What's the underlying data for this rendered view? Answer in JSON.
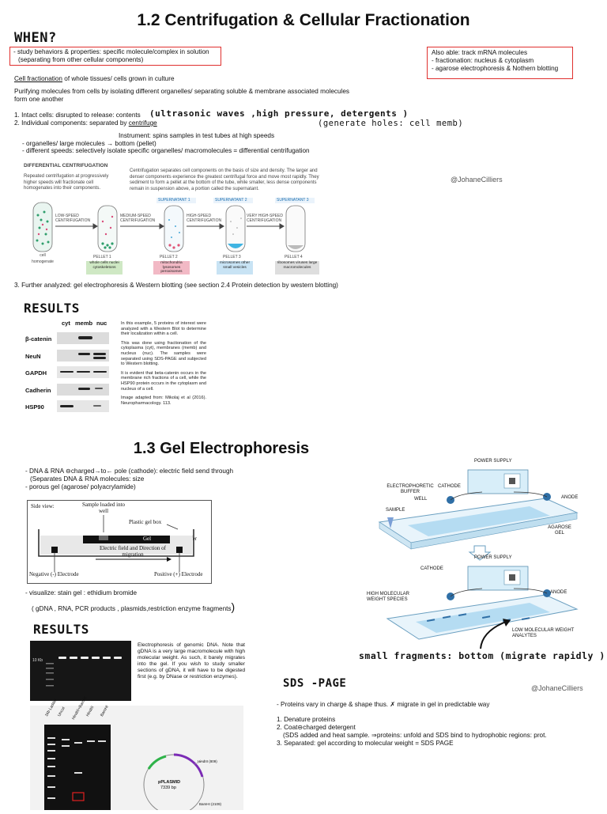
{
  "section12": {
    "title": "1.2 Centrifugation & Cellular Fractionation",
    "when": "WHEN?",
    "when_box_line1": "- study behaviors & properties: specific molecule/complex in solution",
    "when_box_line2": "(separating from other cellular components)",
    "also_line1": "Also able: track mRNA molecules",
    "also_line2": "- fractionation: nucleus & cytoplasm",
    "also_line3": "- agarose electrophoresis & Nothern blotting",
    "cellfrac_term": "Cell fractionation",
    "cellfrac_rest": " of whole tissues/ cells grown in culture",
    "purify_line1": "Purifying molecules from cells by isolating different organelles/ separating soluble & membrane associated molecules",
    "purify_line2": "form one another",
    "step1": "1. Intact cells: disrupted to release: contents",
    "step1_hand": "(ultrasonic waves ,high pressure, detergents )",
    "step2_pre": "2. Individual components: separated by ",
    "step2_term": "centrifuge",
    "step2_hand": "(generate holes: cell memb)",
    "instrument": "Instrument: spins samples in test tubes at high speeds",
    "organelles": "- organelles/ large molecules → bottom (pellet)",
    "speeds": "- different speeds: selectively isolate specific organelles/ macromolecules = differential centrifugation",
    "step3": "3. Further analyzed: gel electrophoresis & Western blotting (see section 2.4 Protein detection by western blotting)",
    "watermark": "@JohaneCilliers",
    "results": "RESULTS"
  },
  "diffcent": {
    "heading": "DIFFERENTIAL CENTRIFUGATION",
    "left_text": "Repeated centrifugation at progressively higher speeds will fractionate cell homogenates into their components.",
    "right_text": "Centrifugation separates cell components on the basis of size and density. The larger and denser components experience the greatest centrifugal force and move most rapidly. They sediment to form a pellet at the bottom of the tube, while smaller, less dense components remain in suspension above, a portion called the supernatant.",
    "cell_label": "cell homogenate",
    "step_labels": [
      "LOW-SPEED CENTRIFUGATION",
      "MEDIUM-SPEED CENTRIFUGATION",
      "HIGH-SPEED CENTRIFUGATION",
      "VERY HIGH-SPEED CENTRIFUGATION"
    ],
    "supernatants": [
      "SUPERNATANT 1",
      "SUPERNATANT 2",
      "SUPERNATANT 3"
    ],
    "pellets": [
      "PELLET 1",
      "PELLET 2",
      "PELLET 3",
      "PELLET 4"
    ],
    "pellet_contents": [
      "whole cells nuclei cytoskeletons",
      "mitochondria lysosomes peroxisomes",
      "microsomes other small vesicles",
      "ribosomes viruses large macromolecules"
    ]
  },
  "blot": {
    "cols": [
      "cyt",
      "memb",
      "nuc"
    ],
    "rows": [
      "β-catenin",
      "NeuN",
      "GAPDH",
      "Cadherin",
      "HSP90"
    ],
    "note1": "In this example, 5 proteins of interest were analyzed with a Western Blot to determine their localization within a cell.",
    "note2": "This was done using fractionation of the cytoplasma (cyt), membranes (memb) and nucleus (nuc). The samples were separated using SDS-PAGE and subjected to Western blotting.",
    "note3": "It is evident that beta-catenin occurs in the membrane rich fractions of a cell, while the HSP90 protein occurs in the cytoplasm and nucleus of a cell.",
    "note4": "Image adapted from: Mikolaj et al (2016). Neuropharmacology. 113."
  },
  "section13": {
    "title": "1.3 Gel Electrophoresis",
    "line1": "- DNA & RNA ⊖charged→to← pole (cathode): electric field send through",
    "line2": "(Separates DNA & RNA molecules: size",
    "line3": "- porous gel (agarose/ polyacrylamide)",
    "visualize": "- visualize: stain gel : ethidium bromide",
    "examples": "( gDNA , RNA, PCR products , plasmids,restriction enzyme fragments",
    "examples_paren": ")",
    "results": "RESULTS",
    "small_frag": "small fragments: bottom (migrate rapidly )",
    "sds_title": "SDS -PAGE",
    "watermark": "@JohaneCilliers",
    "sds_line1": "- Proteins vary in charge & shape thus. ✗ migrate in gel in predictable way",
    "sds_line2": "1. Denature proteins",
    "sds_line3": "2. Coat⊖charged detergent",
    "sds_line4": "(SDS added and heat sample. ⇒proteins: unfold and SDS bind to hydrophobic regions: prot.",
    "sds_line5": "3. Separated: gel according to molecular weight = SDS PAGE"
  },
  "gelbox": {
    "side_view": "Side view:",
    "sample_loaded": "Sample loaded into well",
    "plastic_box": "Plastic gel box",
    "buffer": "Buffer",
    "gel": "Gel",
    "field": "Electric field and Direction of migration",
    "neg": "Negative (-) Electrode",
    "pos": "Positive (+) Electrode"
  },
  "apparatus": {
    "power1": "POWER SUPPLY",
    "cathode1": "CATHODE",
    "buffer": "ELECTROPHORETIC BUFFER",
    "well": "WELL",
    "sample": "SAMPLE",
    "anode1": "ANODE",
    "agarose": "AGAROSE GEL",
    "power2": "POWER SUPPLY",
    "cathode2": "CATHODE",
    "high_mw": "HIGH MOLECULAR WEIGHT SPECIES",
    "anode2": "ANODE",
    "low_mw": "LOW MOLECULAR WEIGHT ANALYTES"
  },
  "gelphoto": {
    "marker": "10 Kb",
    "caption": "Electrophoresis of genomic DNA. Note that gDNA is a very large macromolecule with high molecular weight. As such, it barely migrates into the gel. If you wish to study smaller sections of gDNA, it will have to be digested first (e.g. by DNase or restriction enzymes).",
    "lane_labels": [
      "1kb Ladder",
      "Uncut",
      "HindIII+BamHI",
      "HindIII",
      "BamHI"
    ],
    "plasmid_name": "pPLASMID",
    "plasmid_size": "7339 bp",
    "site1": "HindIII (809)",
    "site2": "BamHI (2109)"
  }
}
